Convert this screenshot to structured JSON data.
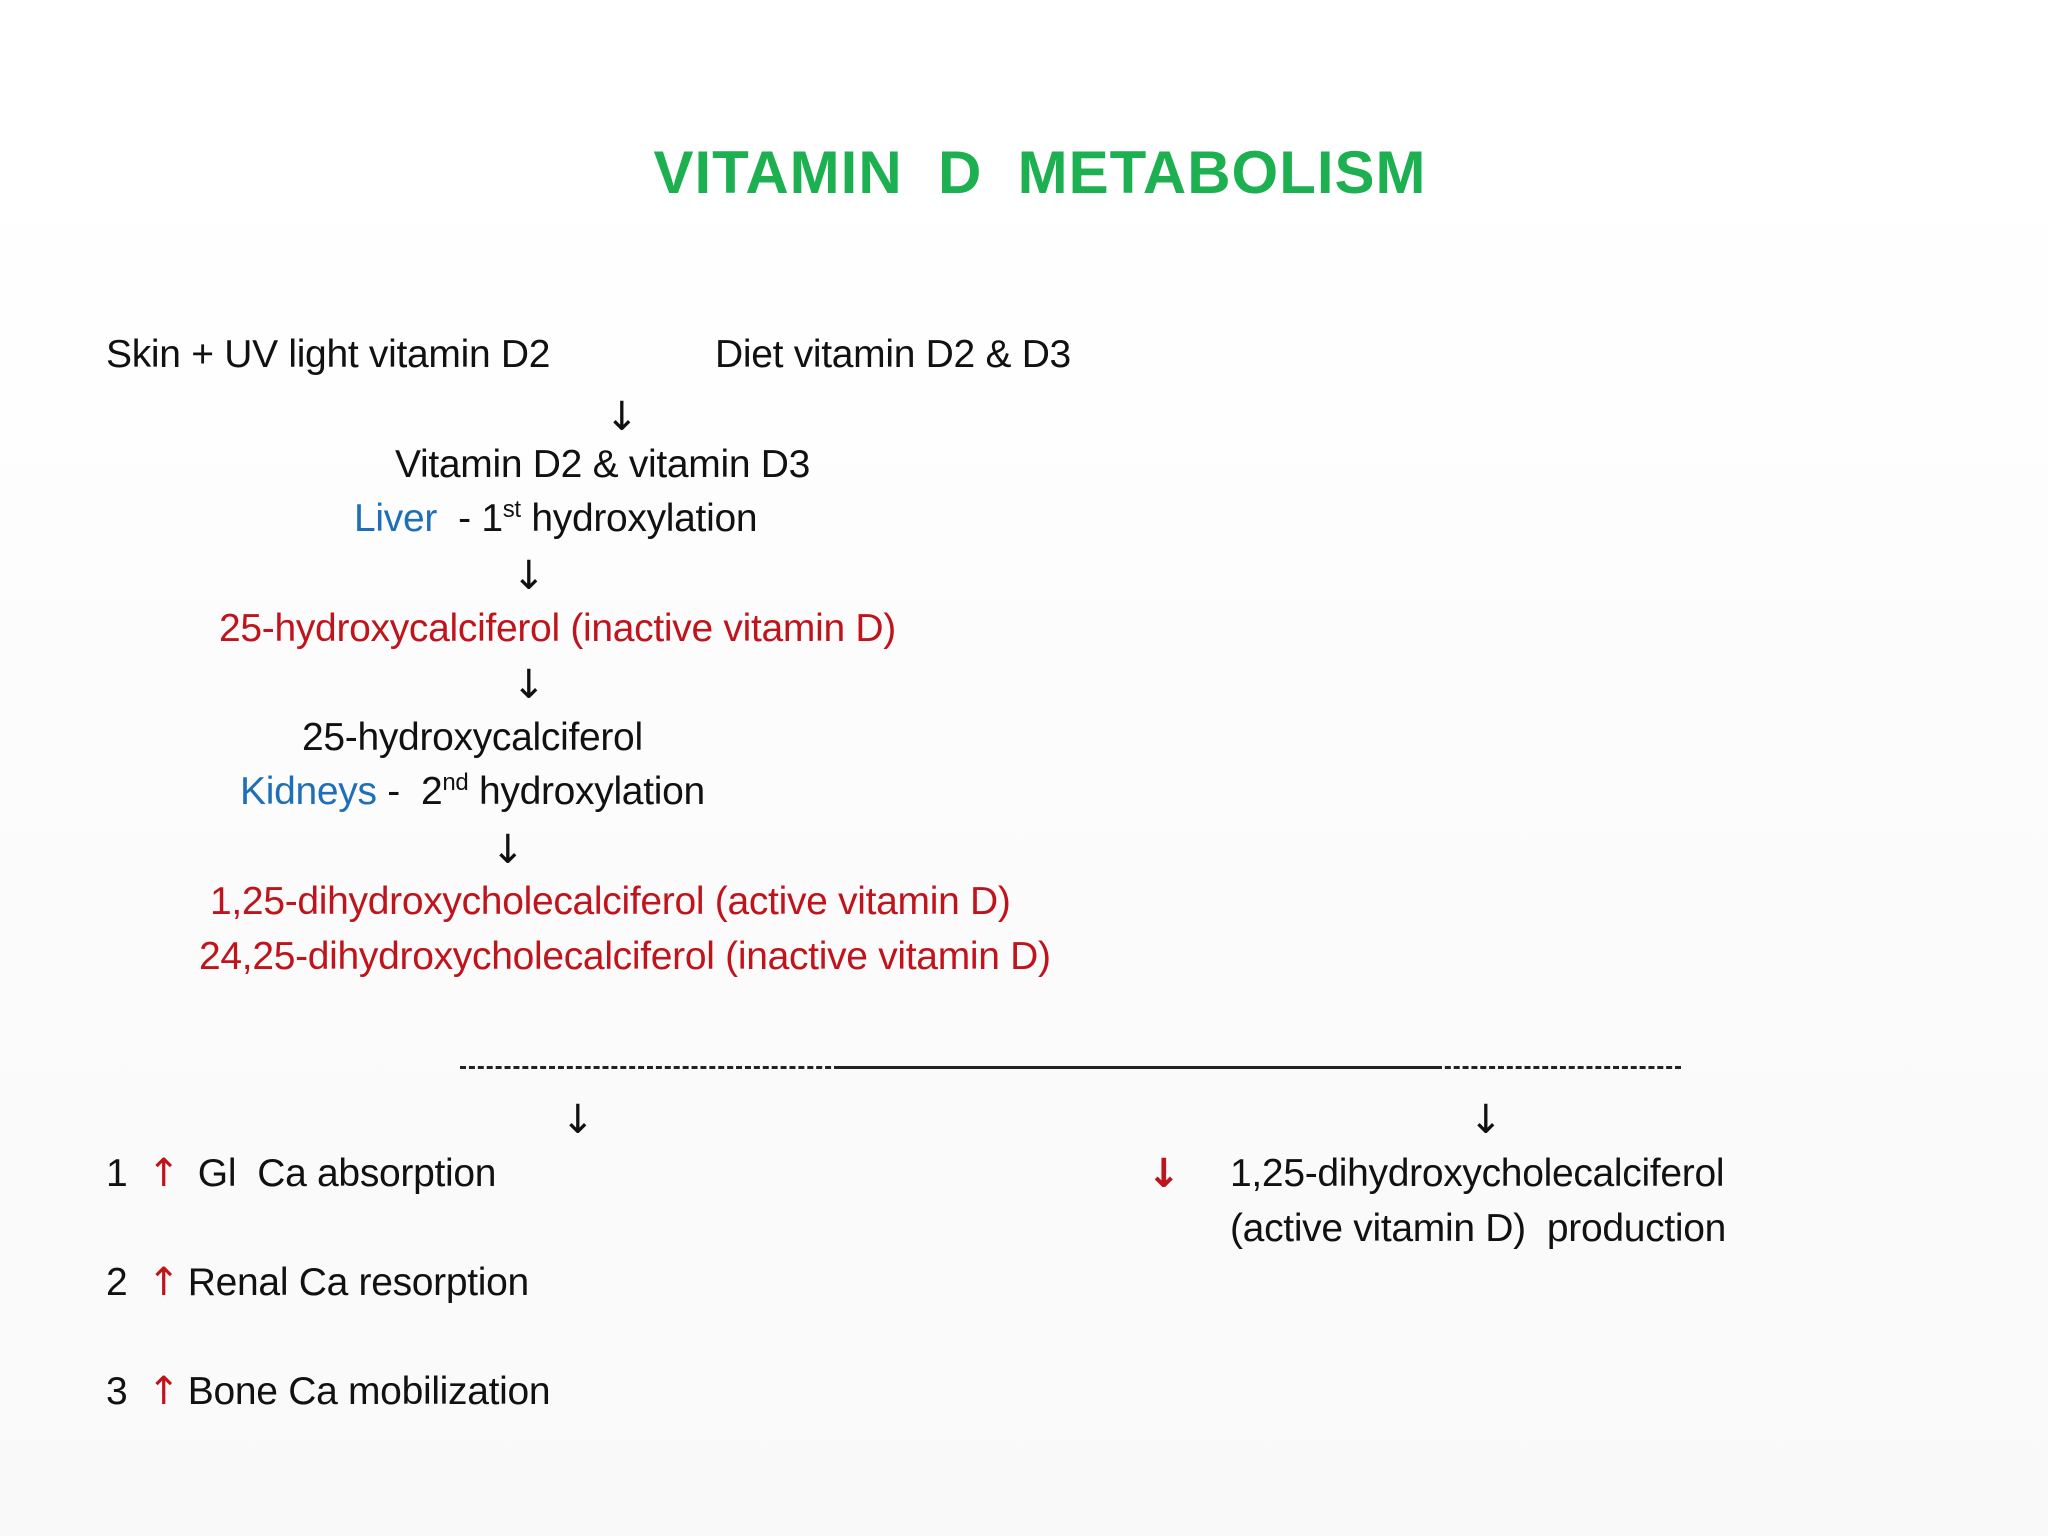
{
  "title": "VITAMIN  D  METABOLISM",
  "sources": {
    "skin": "Skin + UV light vitamin D2",
    "diet": "Diet vitamin D2 & D3"
  },
  "steps": {
    "combined": "Vitamin D2 & vitamin D3",
    "liver_organ": "Liver",
    "liver_sep": "  - 1",
    "liver_sup": "st",
    "liver_rest": " hydroxylation",
    "inactive_25": "25-hydroxycalciferol (inactive vitamin D)",
    "plain_25": "25-hydroxycalciferol",
    "kidney_organ": "Kidneys",
    "kidney_sep": " -  2",
    "kidney_sup": "nd",
    "kidney_rest": " hydroxylation",
    "active_125": "1,25-dihydroxycholecalciferol (active vitamin D)",
    "inactive_2425": "24,25-dihydroxycholecalciferol (inactive vitamin D)"
  },
  "effects": [
    {
      "num": "1",
      "text": "Gl  Ca absorption"
    },
    {
      "num": "2",
      "text": "Renal Ca resorption"
    },
    {
      "num": "3",
      "text": "Bone Ca mobilization"
    }
  ],
  "feedback": {
    "line1": "1,25-dihydroxycholecalciferol",
    "line2": "(active vitamin D)  production"
  },
  "arrows": {
    "down": "↓",
    "up": "↑"
  },
  "colors": {
    "title": "#1db050",
    "organ": "#1f6fb8",
    "metabolite": "#c0141c",
    "text": "#111111",
    "effect_arrow": "#c0141c"
  }
}
